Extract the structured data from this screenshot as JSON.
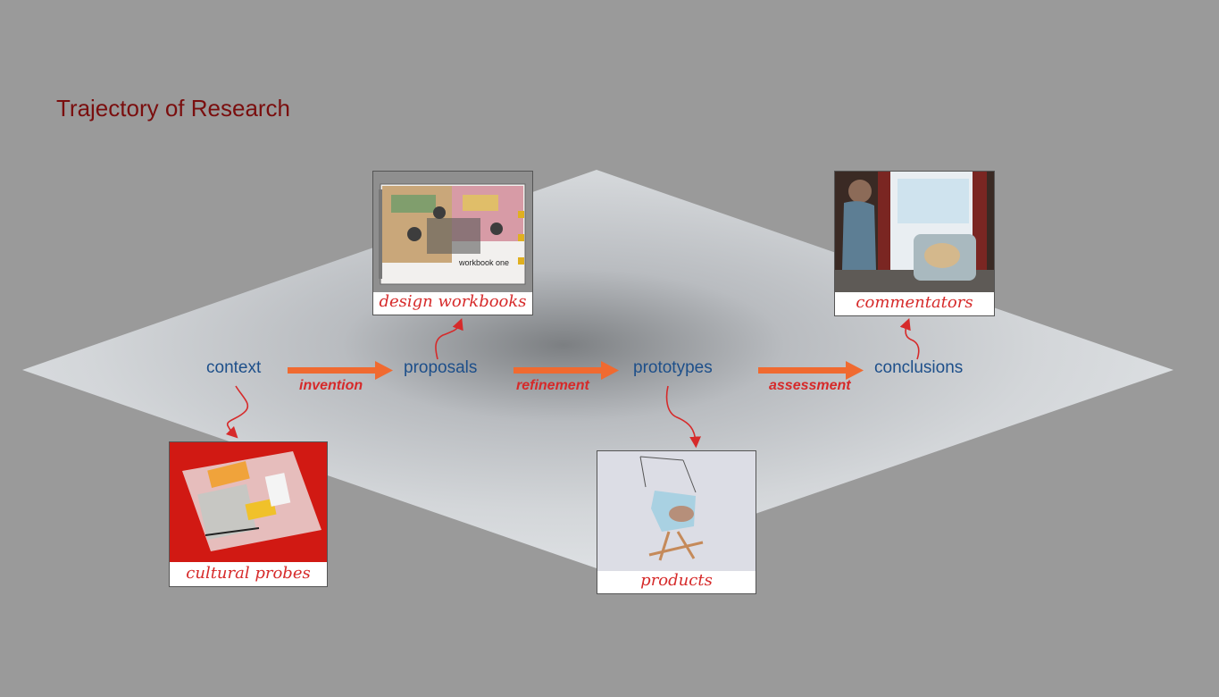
{
  "title": "Trajectory of Research",
  "nodes": {
    "context": "context",
    "proposals": "proposals",
    "prototypes": "prototypes",
    "conclusions": "conclusions"
  },
  "transitions": {
    "invention": "invention",
    "refinement": "refinement",
    "assessment": "assessment"
  },
  "cards": {
    "design_workbooks": "design workbooks",
    "commentators": "commentators",
    "cultural_probes": "cultural probes",
    "products": "products"
  },
  "photo_text": {
    "workbook": "workbook one"
  },
  "colors": {
    "background": "#9a9a9a",
    "title": "#7a0e0e",
    "node_text": "#1d4f8a",
    "accent_red": "#d62a2a",
    "arrow_orange": "#f06a30"
  }
}
